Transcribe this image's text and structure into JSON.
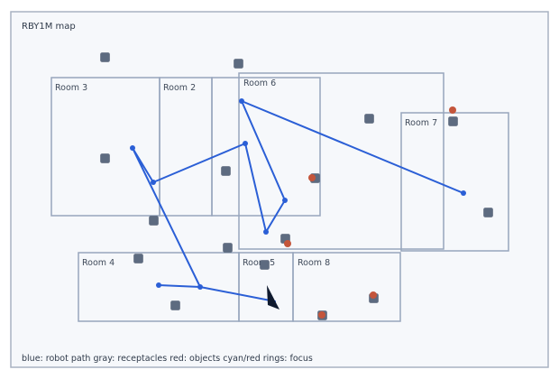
{
  "map": {
    "title": "RBY1M map",
    "legend": "blue: robot path  gray: receptacles  red: objects  cyan/red rings: focus",
    "rooms": [
      {
        "id": "room-3",
        "label": "Room 3"
      },
      {
        "id": "room-2",
        "label": "Room 2"
      },
      {
        "id": "room-6",
        "label": "Room 6"
      },
      {
        "id": "room-6-extension",
        "label": ""
      },
      {
        "id": "room-7",
        "label": "Room 7"
      },
      {
        "id": "room-4",
        "label": "Room 4"
      },
      {
        "id": "room-5",
        "label": "Room 5"
      },
      {
        "id": "room-8",
        "label": "Room 8"
      }
    ],
    "colors": {
      "frame_bg": "#f6f8fb",
      "room_border": "#97a6bd",
      "robot_path": "#2b5fd6",
      "receptacle": "#5d6b80",
      "object": "#c4553b",
      "robot_marker": "#0f1a2e"
    },
    "robot_icon": "arrow-head-icon"
  }
}
